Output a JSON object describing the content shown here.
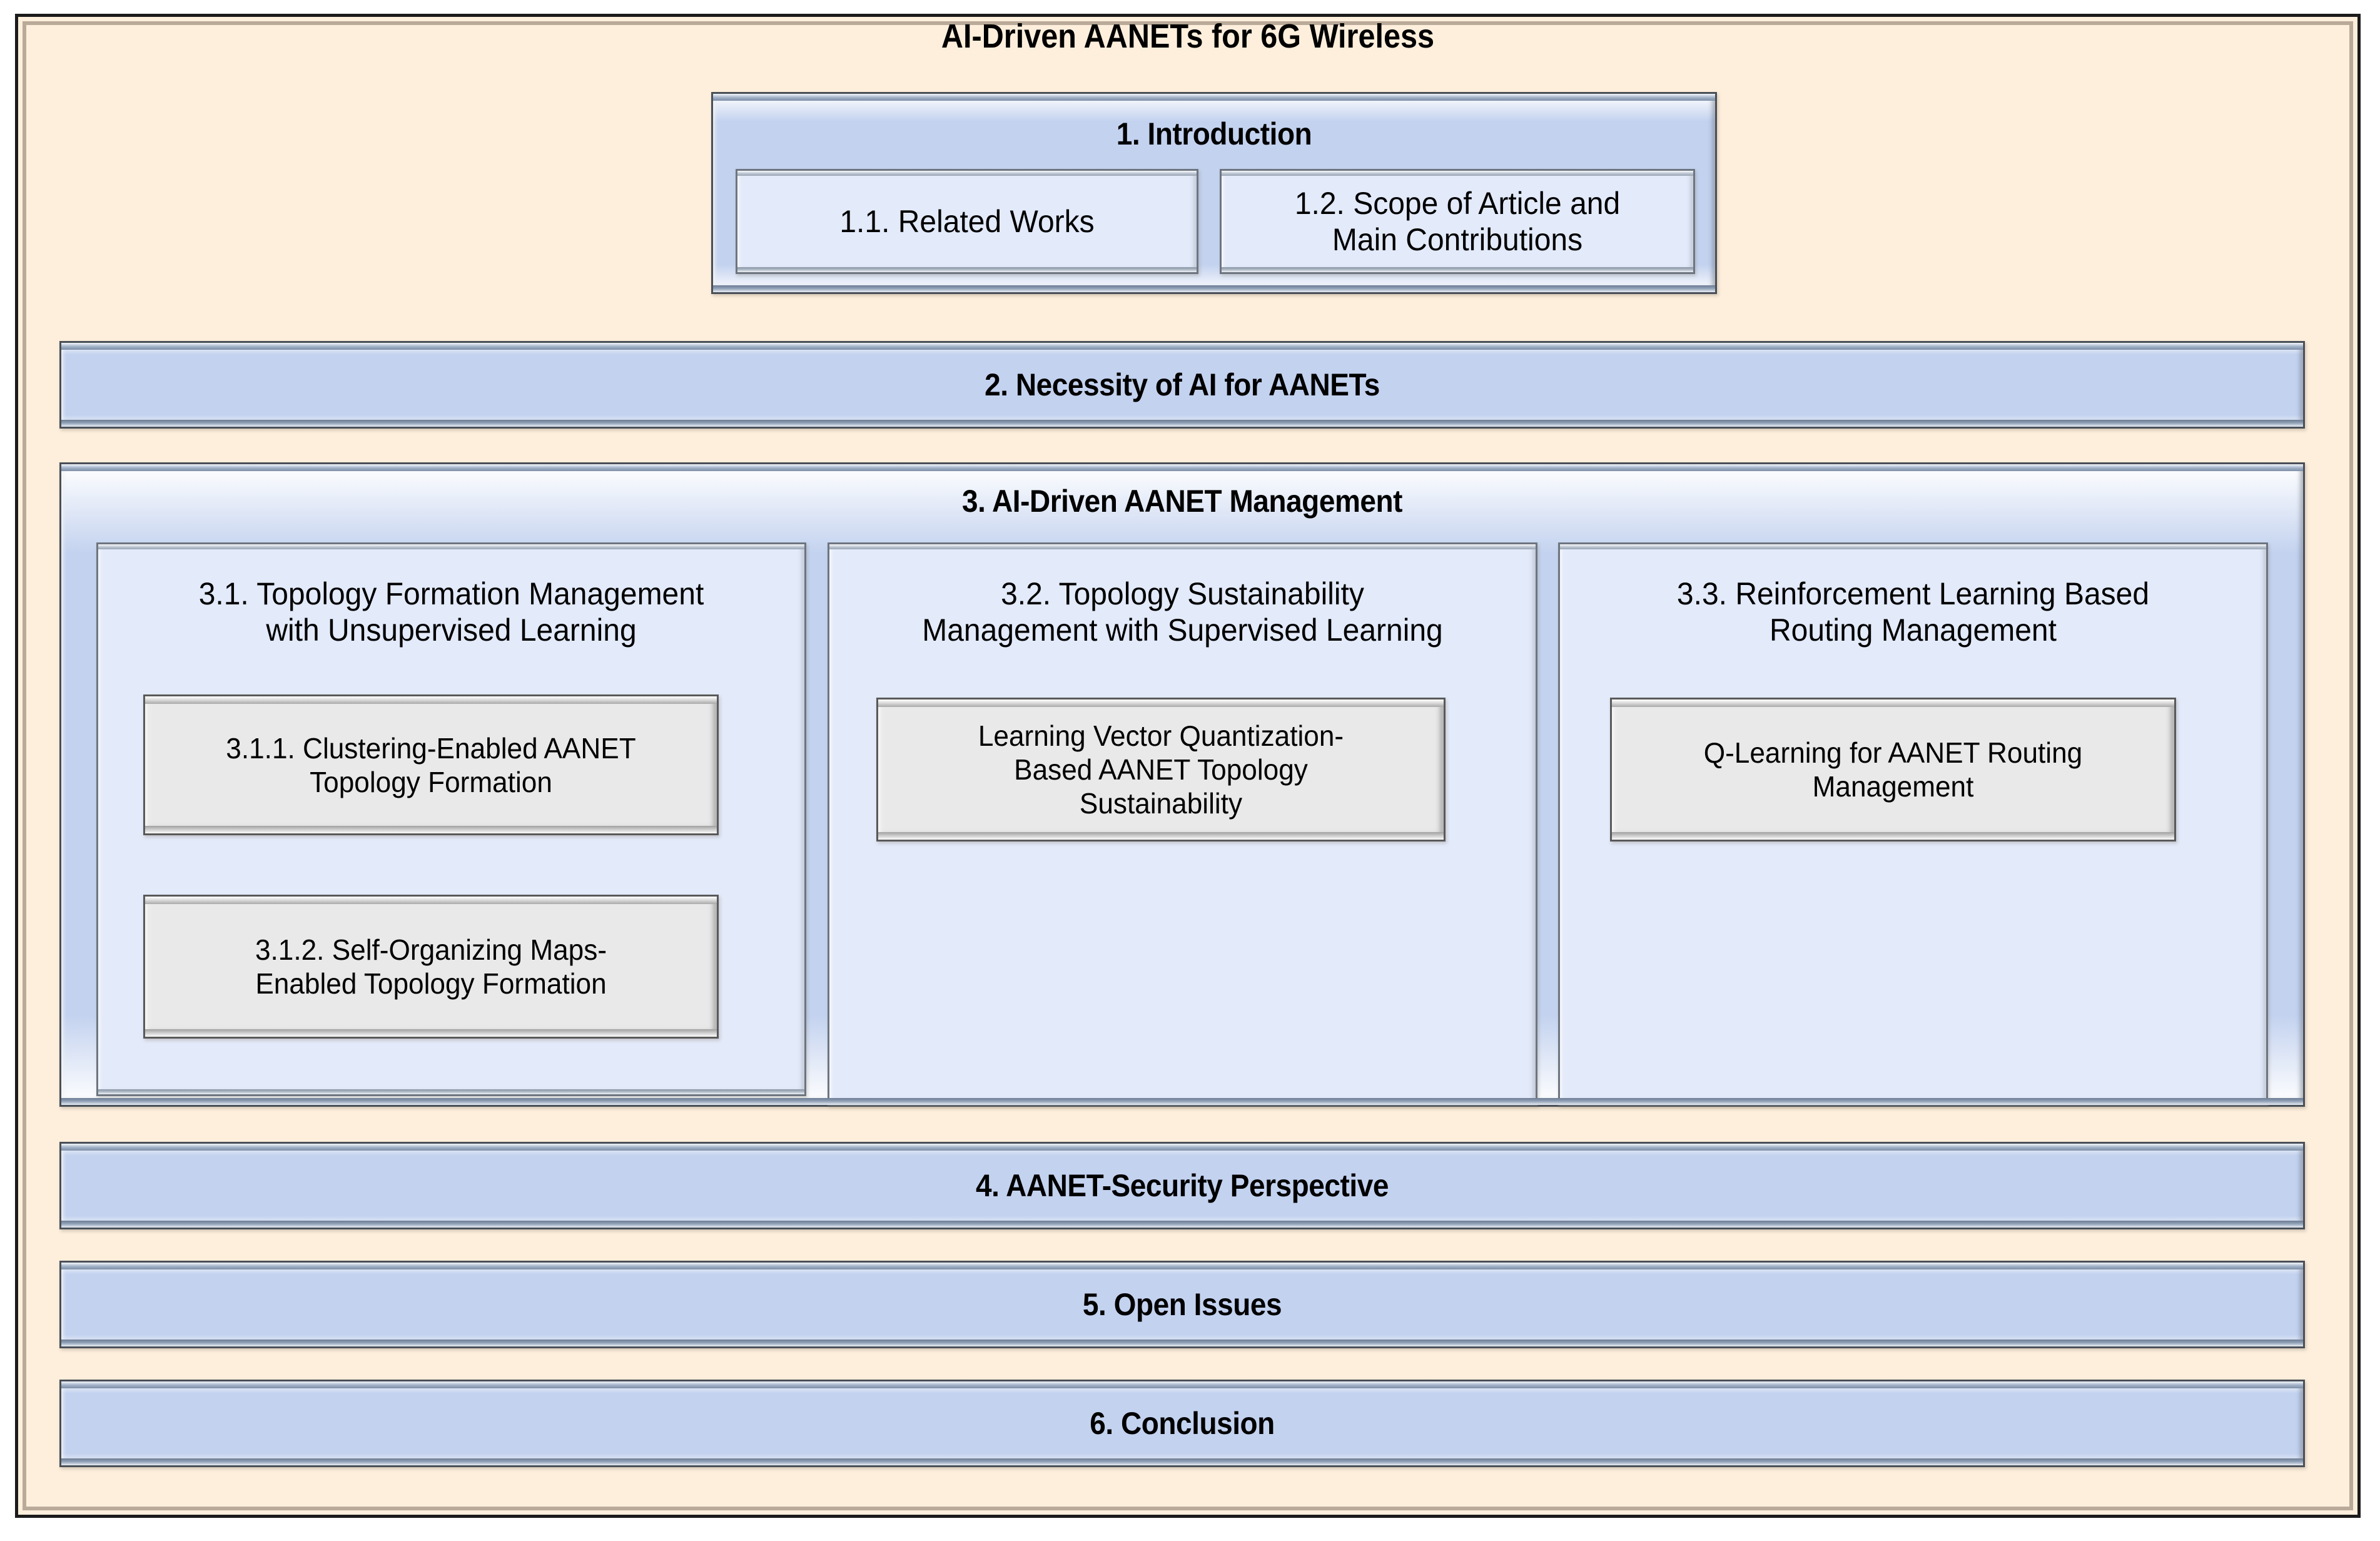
{
  "document": {
    "title": "AI-Driven AANETs for 6G Wireless"
  },
  "colors": {
    "page_background": "#fdefdc",
    "section_box": "#c3d2ef",
    "subsection_panel": "#e3eafa",
    "leaf_box": "#e9e9e9",
    "outer_border": "#1b1b1b",
    "bevel_border": "#4a4f57",
    "text": "#000000"
  },
  "sections": [
    {
      "id": "1",
      "label": "1. Introduction",
      "children": [
        {
          "id": "1.1",
          "label": "1.1. Related Works"
        },
        {
          "id": "1.2",
          "label": "1.2. Scope of Article and\nMain Contributions"
        }
      ]
    },
    {
      "id": "2",
      "label": "2. Necessity of AI for AANETs",
      "children": []
    },
    {
      "id": "3",
      "label": "3. AI-Driven AANET Management",
      "children": [
        {
          "id": "3.1",
          "label": "3.1. Topology Formation Management\nwith Unsupervised Learning",
          "children": [
            {
              "id": "3.1.1",
              "label": "3.1.1. Clustering-Enabled AANET\nTopology Formation"
            },
            {
              "id": "3.1.2",
              "label": "3.1.2. Self-Organizing Maps-\nEnabled Topology Formation"
            }
          ]
        },
        {
          "id": "3.2",
          "label": "3.2. Topology Sustainability\nManagement with Supervised Learning",
          "children": [
            {
              "id": "3.2.1",
              "label": "Learning Vector Quantization-\nBased AANET Topology\nSustainability"
            }
          ]
        },
        {
          "id": "3.3",
          "label": "3.3. Reinforcement Learning Based\nRouting Management",
          "children": [
            {
              "id": "3.3.1",
              "label": "Q-Learning for AANET Routing\nManagement"
            }
          ]
        }
      ]
    },
    {
      "id": "4",
      "label": "4. AANET-Security Perspective",
      "children": []
    },
    {
      "id": "5",
      "label": "5. Open Issues",
      "children": []
    },
    {
      "id": "6",
      "label": "6. Conclusion",
      "children": []
    }
  ]
}
